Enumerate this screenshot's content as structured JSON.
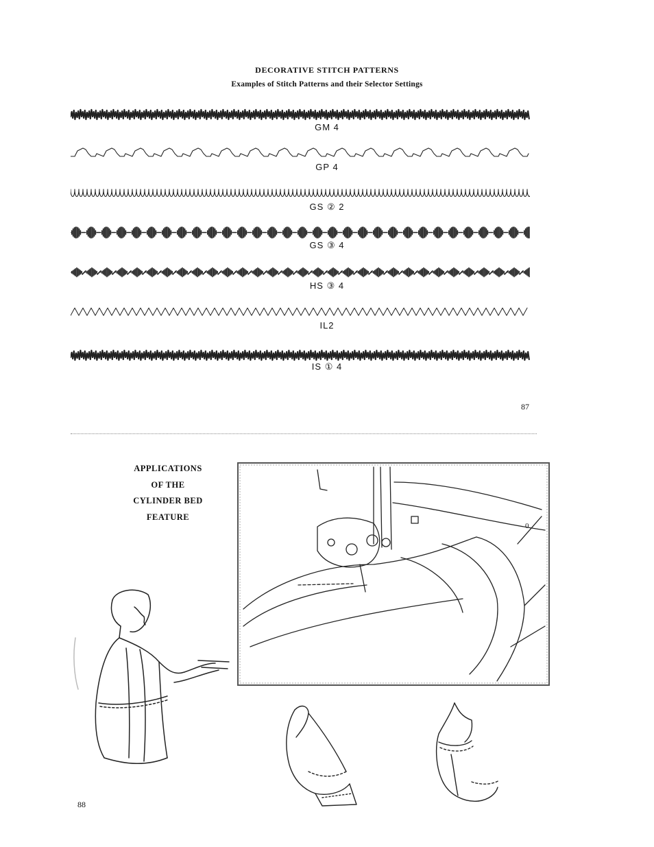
{
  "header": {
    "title": "DECORATIVE STITCH PATTERNS",
    "subtitle": "Examples of Stitch Patterns and their Selector Settings"
  },
  "patterns": [
    {
      "setting": "GM 4",
      "style": "dense"
    },
    {
      "setting": "GP 4",
      "style": "scallop"
    },
    {
      "setting": "GS ② 2",
      "style": "loops"
    },
    {
      "setting": "GS ③ 4",
      "style": "diamond"
    },
    {
      "setting": "HS ③ 4",
      "style": "arrow"
    },
    {
      "setting": "IL2",
      "style": "zigzag"
    },
    {
      "setting": "IS ① 4",
      "style": "dense"
    }
  ],
  "page_numbers": {
    "top": "87",
    "bottom": "88"
  },
  "applications": {
    "lines": [
      "APPLICATIONS",
      "OF THE",
      "CYLINDER BED",
      "FEATURE"
    ]
  },
  "illustration": {
    "dial_label": "0"
  }
}
